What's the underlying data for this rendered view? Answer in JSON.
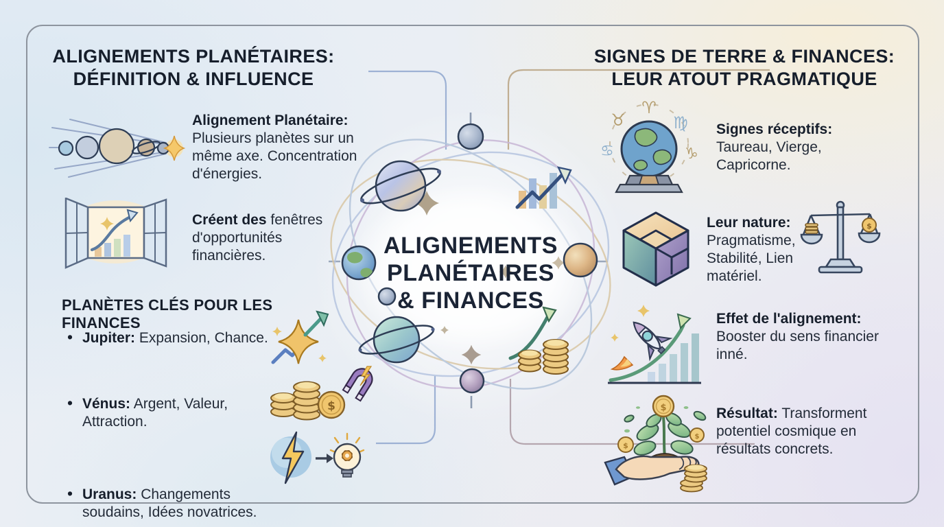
{
  "ui": {
    "bullet": "•"
  },
  "left_panel": {
    "title_lines": [
      "ALIGNEMENTS PLANÉTAIRES:",
      "DÉFINITION & INFLUENCE"
    ],
    "definition": {
      "label": "Alignement Planétaire:",
      "text": "Plusieurs planètes sur un même axe. Concentration d'énergies."
    },
    "opportunity": {
      "label": "Créent des",
      "text": "fenêtres d'opportunités financières."
    },
    "subheading": "PLANÈTES CLÉS POUR LES FINANCES",
    "bullets": [
      {
        "label": "Jupiter:",
        "text": "Expansion, Chance."
      },
      {
        "label": "Vénus:",
        "text": "Argent, Valeur, Attraction."
      },
      {
        "label": "Uranus:",
        "text": "Changements soudains, Idées novatrices."
      }
    ]
  },
  "center": {
    "title_lines": [
      "ALIGNEMENTS",
      "PLANÉTAIRES",
      "& FINANCES"
    ]
  },
  "right_panel": {
    "title_lines": [
      "SIGNES DE TERRE & FINANCES:",
      "LEUR ATOUT PRAGMATIQUE"
    ],
    "items": [
      {
        "label": "Signes réceptifs:",
        "text": "Taureau, Vierge, Capricorne."
      },
      {
        "label": "Leur nature:",
        "text": "Pragmatisme, Stabilité, Lien matériel."
      },
      {
        "label": "Effet de l'alignement:",
        "text": "Booster du sens financier inné."
      },
      {
        "label": "Résultat:",
        "text": "Transforment potentiel cosmique en résultats concrets."
      }
    ]
  },
  "icons": {
    "dollar": "$",
    "zodiac_glyphs": [
      "♈",
      "♉",
      "♋",
      "♍",
      "♑"
    ],
    "names": [
      "planet-alignment-icon",
      "opportunity-window-icon",
      "jupiter-star-icon",
      "coins-magnet-icon",
      "bolt-idea-icon",
      "globe-zodiac-icon",
      "cube-icon",
      "balance-scale-icon",
      "rocket-growth-icon",
      "money-plant-hand-icon",
      "orbit-network-diagram"
    ]
  },
  "colors": {
    "heading_text": "#161e2b",
    "body_text": "#232b38",
    "frame_border": "#8d949e",
    "orbit_blue": "#b6c5e0",
    "orbit_tan": "#d9c7a5",
    "orbit_purple": "#c8b7d6",
    "coin_gold": "#ecca82",
    "arrow_green": "#43806e",
    "arrow_navy": "#35507e"
  }
}
